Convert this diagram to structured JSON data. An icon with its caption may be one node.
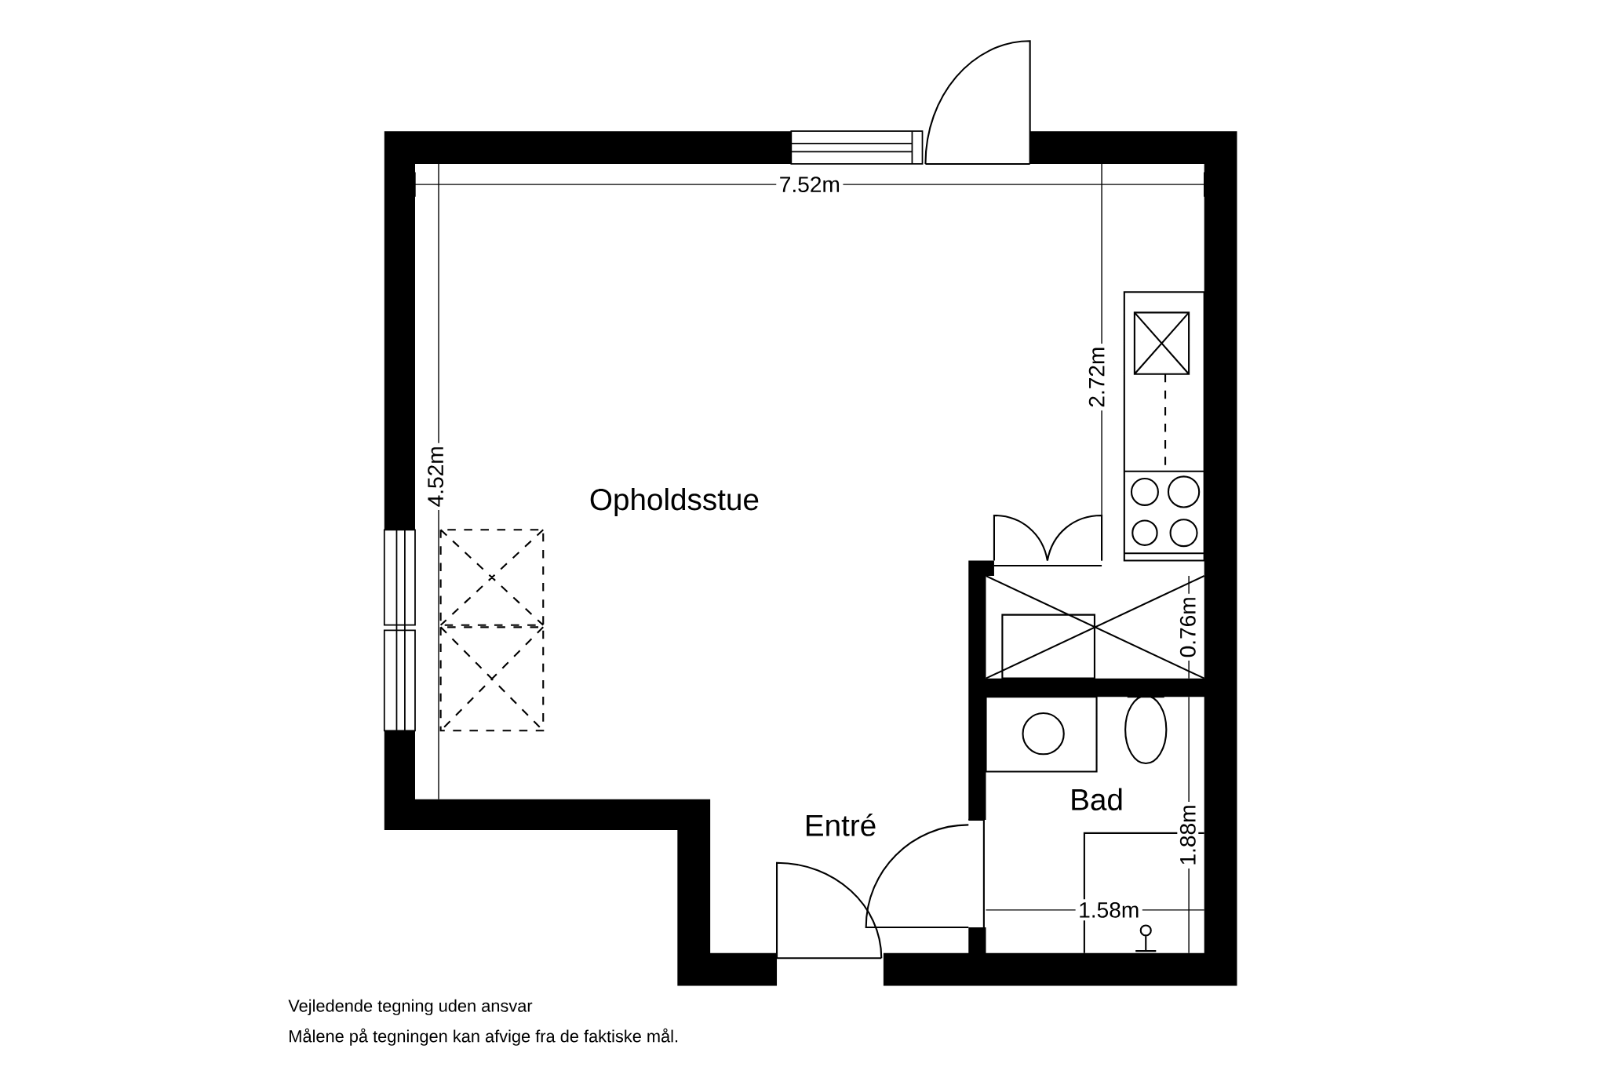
{
  "diagram": {
    "labels": [
      "7.52m",
      "2.72m",
      "4.52m",
      "Opholdsstue",
      "0.76m",
      "Bad",
      "Entré",
      "1.88m",
      "1.58m",
      "Vejledende tegning uden ansvar",
      "Målene på tegningen kan afvige fra de faktiske mål."
    ]
  }
}
